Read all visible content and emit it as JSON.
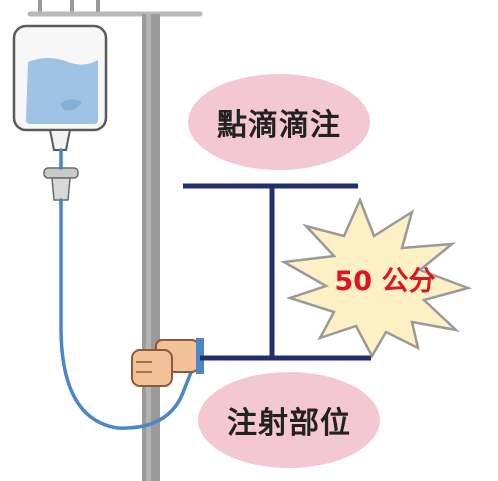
{
  "labels": {
    "drip_site": "點滴滴注",
    "injection_site": "注射部位",
    "height_diff": "50 公分"
  },
  "colors": {
    "label_bubble": "#f4c8d3",
    "measure_line": "#1f2f6b",
    "tube": "#4a86c8",
    "pole": "#9a9a9a",
    "burst_fill": "#fdf0c4",
    "burst_text": "#e0141e"
  }
}
